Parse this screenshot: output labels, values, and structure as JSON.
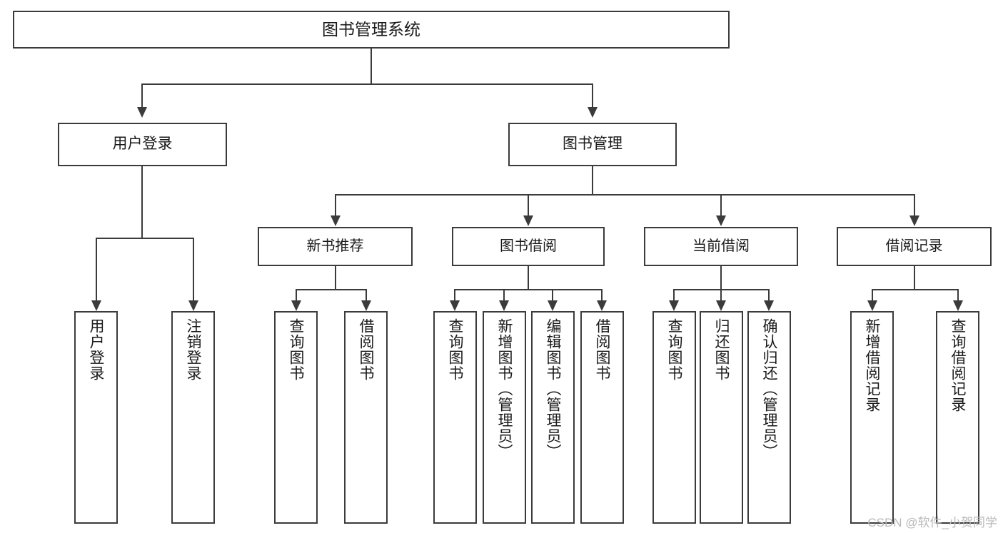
{
  "diagram": {
    "type": "tree-hierarchy",
    "title": "图书管理系统",
    "root": {
      "id": "root",
      "label": "图书管理系统"
    },
    "level1": [
      {
        "id": "user-login",
        "label": "用户登录"
      },
      {
        "id": "book-management",
        "label": "图书管理"
      }
    ],
    "level2": [
      {
        "id": "new-book-recommend",
        "label": "新书推荐",
        "parent": "book-management"
      },
      {
        "id": "book-borrow",
        "label": "图书借阅",
        "parent": "book-management"
      },
      {
        "id": "current-borrow",
        "label": "当前借阅",
        "parent": "book-management"
      },
      {
        "id": "borrow-record",
        "label": "借阅记录",
        "parent": "book-management"
      }
    ],
    "leaves": [
      {
        "id": "leaf-user-login",
        "label": "用户登录",
        "parent": "user-login"
      },
      {
        "id": "leaf-logout-login",
        "label": "注销登录",
        "parent": "user-login"
      },
      {
        "id": "leaf-query-book-1",
        "label": "查询图书",
        "parent": "new-book-recommend"
      },
      {
        "id": "leaf-borrow-book-1",
        "label": "借阅图书",
        "parent": "new-book-recommend"
      },
      {
        "id": "leaf-query-book-2",
        "label": "查询图书",
        "parent": "book-borrow"
      },
      {
        "id": "leaf-add-book",
        "label": "新增图书（管理员）",
        "parent": "book-borrow"
      },
      {
        "id": "leaf-edit-book",
        "label": "编辑图书（管理员）",
        "parent": "book-borrow"
      },
      {
        "id": "leaf-borrow-book-2",
        "label": "借阅图书",
        "parent": "book-borrow"
      },
      {
        "id": "leaf-query-book-3",
        "label": "查询图书",
        "parent": "current-borrow"
      },
      {
        "id": "leaf-return-book",
        "label": "归还图书",
        "parent": "current-borrow"
      },
      {
        "id": "leaf-confirm-return",
        "label": "确认归还（管理员）",
        "parent": "current-borrow"
      },
      {
        "id": "leaf-add-record",
        "label": "新增借阅记录",
        "parent": "borrow-record"
      },
      {
        "id": "leaf-query-record",
        "label": "查询借阅记录",
        "parent": "borrow-record"
      }
    ],
    "colors": {
      "background": "#ffffff",
      "box_fill": "#ffffff",
      "box_border": "#3b3b3b",
      "connector": "#3b3b3b",
      "text": "#1a1a1a",
      "watermark": "#b9b9b9"
    }
  },
  "watermark": {
    "text": "CSDN @软件_小贺同学"
  }
}
